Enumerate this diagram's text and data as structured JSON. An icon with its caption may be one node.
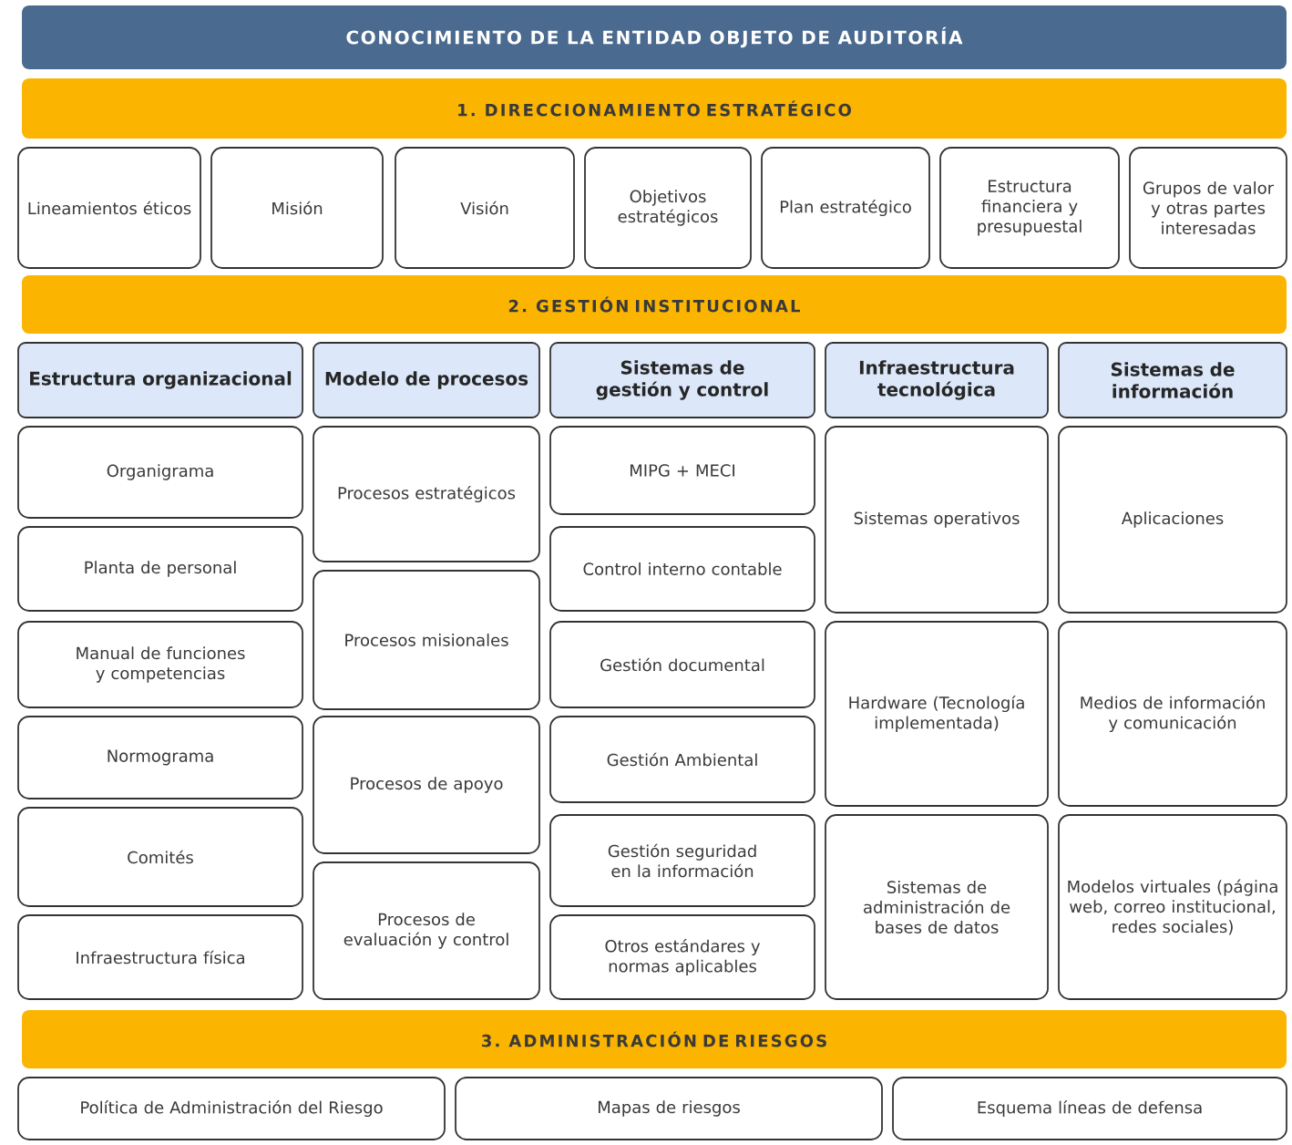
{
  "diagram": {
    "title": "CONOCIMIENTO DE LA ENTIDAD OBJETO DE AUDITORÍA",
    "nodes": [
      {
        "text": [
          "1. DIRECCIONAMIENTO ESTRATÉGICO"
        ]
      },
      {
        "text": [
          "Lineamientos éticos"
        ]
      },
      {
        "text": [
          "Misión"
        ]
      },
      {
        "text": [
          "Visión"
        ]
      },
      {
        "text": [
          "Objetivos estratégicos"
        ]
      },
      {
        "text": [
          "Plan estratégico"
        ]
      },
      {
        "text": [
          "Estructura financiera y presupuestal"
        ]
      },
      {
        "text": [
          "Grupos de valor y otras partes interesadas"
        ]
      },
      {
        "text": [
          "2. GESTIÓN INSTITUCIONAL"
        ]
      },
      {
        "text": [
          "Estructura organizacional"
        ]
      },
      {
        "text": [
          "Organigrama"
        ]
      },
      {
        "text": [
          "Planta de personal"
        ]
      },
      {
        "text": [
          "Manual de funciones y competencias"
        ]
      },
      {
        "text": [
          "Normograma"
        ]
      },
      {
        "text": [
          "Comités"
        ]
      },
      {
        "text": [
          "Infraestructura física"
        ]
      },
      {
        "text": [
          "Modelo de procesos"
        ]
      },
      {
        "text": [
          "Procesos estratégicos"
        ]
      },
      {
        "text": [
          "Procesos misionales"
        ]
      },
      {
        "text": [
          "Procesos de apoyo"
        ]
      },
      {
        "text": [
          "Procesos de evaluación y control"
        ]
      },
      {
        "text": [
          "Sistemas de gestión y control"
        ]
      },
      {
        "text": [
          "MIPG + MECI"
        ]
      },
      {
        "text": [
          "Control interno contable"
        ]
      },
      {
        "text": [
          "Gestión documental"
        ]
      },
      {
        "text": [
          "Gestión Ambiental"
        ]
      },
      {
        "text": [
          "Gestión seguridad en la información"
        ]
      },
      {
        "text": [
          "Otros estándares y normas aplicables"
        ]
      },
      {
        "text": [
          "Infraestructura tecnológica"
        ]
      },
      {
        "text": [
          "Sistemas operativos"
        ]
      },
      {
        "text": [
          "Hardware (Tecnología implementada)"
        ]
      },
      {
        "text": [
          "Sistemas de administración de bases de datos"
        ]
      },
      {
        "text": [
          "Sistemas de información"
        ]
      },
      {
        "text": [
          "Aplicaciones"
        ]
      },
      {
        "text": [
          "Medios de información y comunicación"
        ]
      },
      {
        "text": [
          "Modelos virtuales (página web, correo institucional, redes sociales)"
        ]
      },
      {
        "text": [
          "3. ADMINISTRACIÓN DE RIESGOS"
        ]
      },
      {
        "text": [
          "Política de Administración del Riesgo"
        ]
      },
      {
        "text": [
          "Mapas de riesgos"
        ]
      },
      {
        "text": [
          "Esquema líneas de defensa"
        ]
      }
    ]
  }
}
